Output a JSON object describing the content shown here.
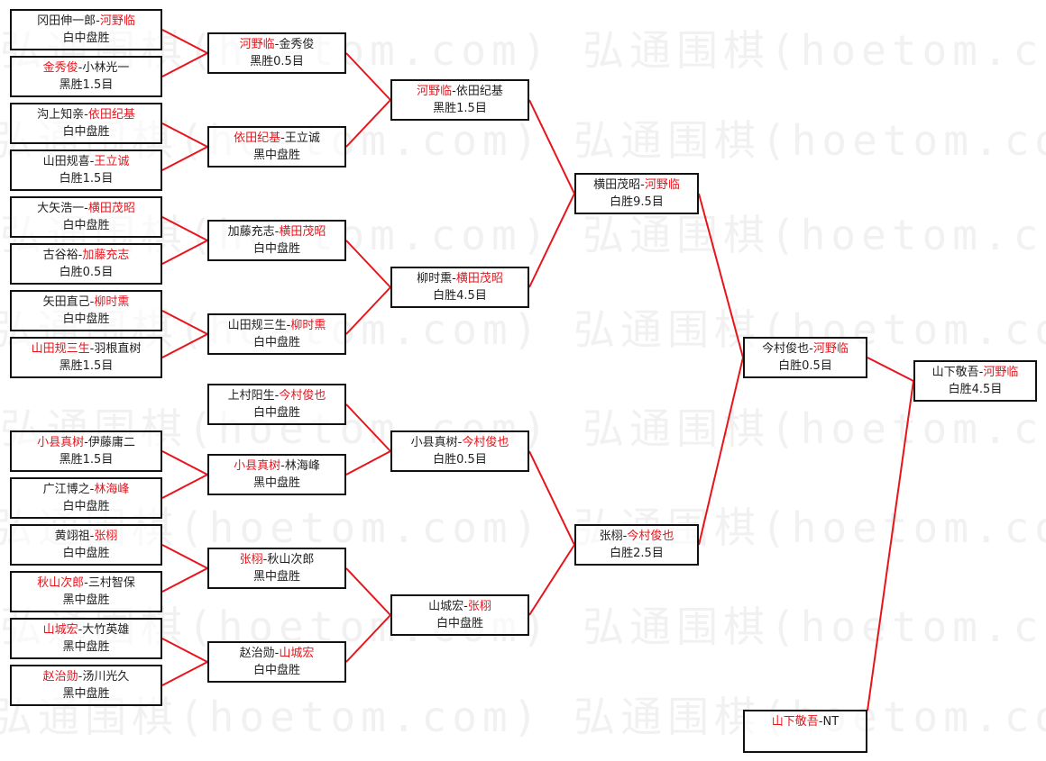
{
  "watermark": "弘通围棋(hoetom.com)",
  "colors": {
    "winner": "#e8141c",
    "line": "#e8141c",
    "border": "#111111"
  },
  "matches": [
    {
      "p1": "冈田伸一郎",
      "p2": "河野临",
      "red": 2,
      "result": "白中盘胜"
    },
    {
      "p1": "金秀俊",
      "p2": "小林光一",
      "red": 1,
      "result": "黑胜1.5目"
    },
    {
      "p1": "沟上知亲",
      "p2": "依田纪基",
      "red": 2,
      "result": "白中盘胜"
    },
    {
      "p1": "山田规喜",
      "p2": "王立诚",
      "red": 2,
      "result": "白胜1.5目"
    },
    {
      "p1": "大矢浩一",
      "p2": "横田茂昭",
      "red": 2,
      "result": "白中盘胜"
    },
    {
      "p1": "古谷裕",
      "p2": "加藤充志",
      "red": 2,
      "result": "白胜0.5目"
    },
    {
      "p1": "矢田直己",
      "p2": "柳时熏",
      "red": 2,
      "result": "白中盘胜"
    },
    {
      "p1": "山田规三生",
      "p2": "羽根直树",
      "red": 1,
      "result": "黑胜1.5目"
    },
    {
      "p1": "小县真树",
      "p2": "伊藤庸二",
      "red": 1,
      "result": "黑胜1.5目"
    },
    {
      "p1": "广江博之",
      "p2": "林海峰",
      "red": 2,
      "result": "白中盘胜"
    },
    {
      "p1": "黄翊祖",
      "p2": "张栩",
      "red": 2,
      "result": "白中盘胜"
    },
    {
      "p1": "秋山次郎",
      "p2": "三村智保",
      "red": 1,
      "result": "黑中盘胜"
    },
    {
      "p1": "山城宏",
      "p2": "大竹英雄",
      "red": 1,
      "result": "黑中盘胜"
    },
    {
      "p1": "赵治勋",
      "p2": "汤川光久",
      "red": 1,
      "result": "黑中盘胜"
    },
    {
      "p1": "河野临",
      "p2": "金秀俊",
      "red": 1,
      "result": "黑胜0.5目"
    },
    {
      "p1": "依田纪基",
      "p2": "王立诚",
      "red": 1,
      "result": "黑中盘胜"
    },
    {
      "p1": "加藤充志",
      "p2": "横田茂昭",
      "red": 2,
      "result": "白中盘胜"
    },
    {
      "p1": "山田规三生",
      "p2": "柳时熏",
      "red": 2,
      "result": "白中盘胜"
    },
    {
      "p1": "上村阳生",
      "p2": "今村俊也",
      "red": 2,
      "result": "白中盘胜"
    },
    {
      "p1": "小县真树",
      "p2": "林海峰",
      "red": 1,
      "result": "黑中盘胜"
    },
    {
      "p1": "张栩",
      "p2": "秋山次郎",
      "red": 1,
      "result": "黑中盘胜"
    },
    {
      "p1": "赵治勋",
      "p2": "山城宏",
      "red": 2,
      "result": "白中盘胜"
    },
    {
      "p1": "河野临",
      "p2": "依田纪基",
      "red": 1,
      "result": "黑胜1.5目"
    },
    {
      "p1": "柳时熏",
      "p2": "横田茂昭",
      "red": 2,
      "result": "白胜4.5目"
    },
    {
      "p1": "小县真树",
      "p2": "今村俊也",
      "red": 2,
      "result": "白胜0.5目"
    },
    {
      "p1": "山城宏",
      "p2": "张栩",
      "red": 2,
      "result": "白中盘胜"
    },
    {
      "p1": "横田茂昭",
      "p2": "河野临",
      "red": 2,
      "result": "白胜9.5目"
    },
    {
      "p1": "张栩",
      "p2": "今村俊也",
      "red": 2,
      "result": "白胜2.5目"
    },
    {
      "p1": "今村俊也",
      "p2": "河野临",
      "red": 2,
      "result": "白胜0.5目"
    },
    {
      "p1": "山下敬吾",
      "p2": "NT",
      "red": 1,
      "result": ""
    },
    {
      "p1": "山下敬吾",
      "p2": "河野临",
      "red": 2,
      "result": "白胜4.5目"
    }
  ],
  "edges": [
    [
      0,
      14
    ],
    [
      1,
      14
    ],
    [
      2,
      15
    ],
    [
      3,
      15
    ],
    [
      4,
      16
    ],
    [
      5,
      16
    ],
    [
      6,
      17
    ],
    [
      7,
      17
    ],
    [
      8,
      19
    ],
    [
      9,
      19
    ],
    [
      10,
      20
    ],
    [
      11,
      20
    ],
    [
      12,
      21
    ],
    [
      13,
      21
    ],
    [
      14,
      22
    ],
    [
      15,
      22
    ],
    [
      16,
      23
    ],
    [
      17,
      23
    ],
    [
      18,
      24
    ],
    [
      19,
      24
    ],
    [
      20,
      25
    ],
    [
      21,
      25
    ],
    [
      22,
      26
    ],
    [
      23,
      26
    ],
    [
      24,
      27
    ],
    [
      25,
      27
    ],
    [
      26,
      28
    ],
    [
      27,
      28
    ],
    [
      28,
      30
    ],
    [
      29,
      30
    ]
  ]
}
